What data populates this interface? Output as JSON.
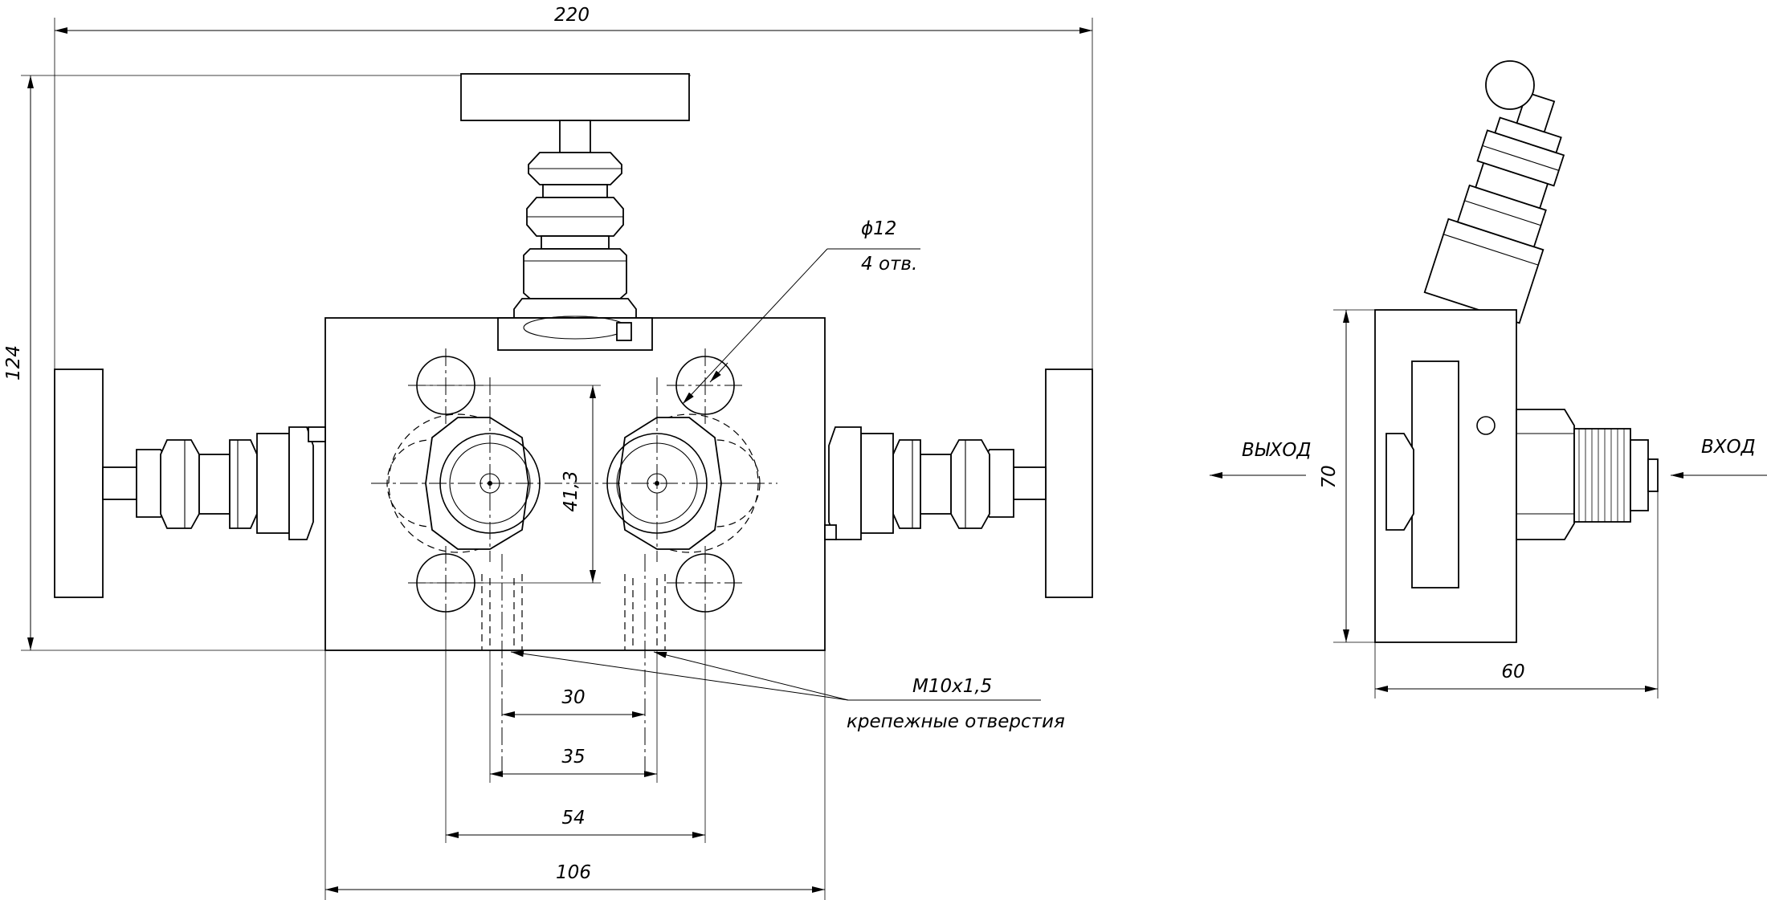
{
  "dimensions": {
    "overall_width": "220",
    "overall_height": "124",
    "hole_diameter": "ϕ12",
    "hole_count": "4 отв.",
    "hole_spacing_vertical": "41,3",
    "thread": "M10x1,5",
    "mounting_holes": "крепежные отверстия",
    "mount_spacing_30": "30",
    "mount_spacing_35": "35",
    "hole_spacing_54": "54",
    "body_width_106": "106",
    "side_height": "70",
    "side_width": "60"
  },
  "side_view": {
    "outlet_label": "ВЫХОД",
    "inlet_label": "ВХОД"
  }
}
